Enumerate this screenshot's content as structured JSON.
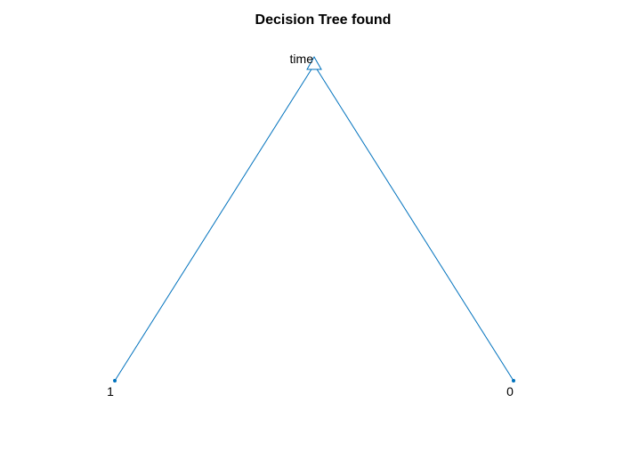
{
  "title": "Decision Tree found",
  "colors": {
    "edge": "#0072BD",
    "text": "#000000",
    "background": "#ffffff"
  },
  "tree": {
    "root": {
      "label": "time",
      "marker": "triangle"
    },
    "leaves": [
      {
        "label": "1",
        "marker": "dot"
      },
      {
        "label": "0",
        "marker": "dot"
      }
    ]
  }
}
